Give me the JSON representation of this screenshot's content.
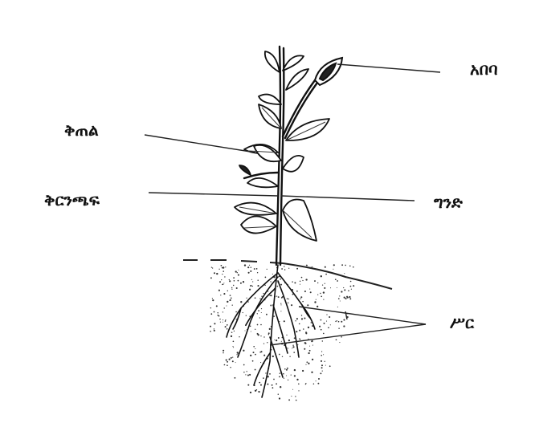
{
  "labels": {
    "flower": "አበባ",
    "leaf": "ቅጠል",
    "branch": "ቅርንጫፍ",
    "stem": "ግንድ",
    "root": "ሥር"
  }
}
